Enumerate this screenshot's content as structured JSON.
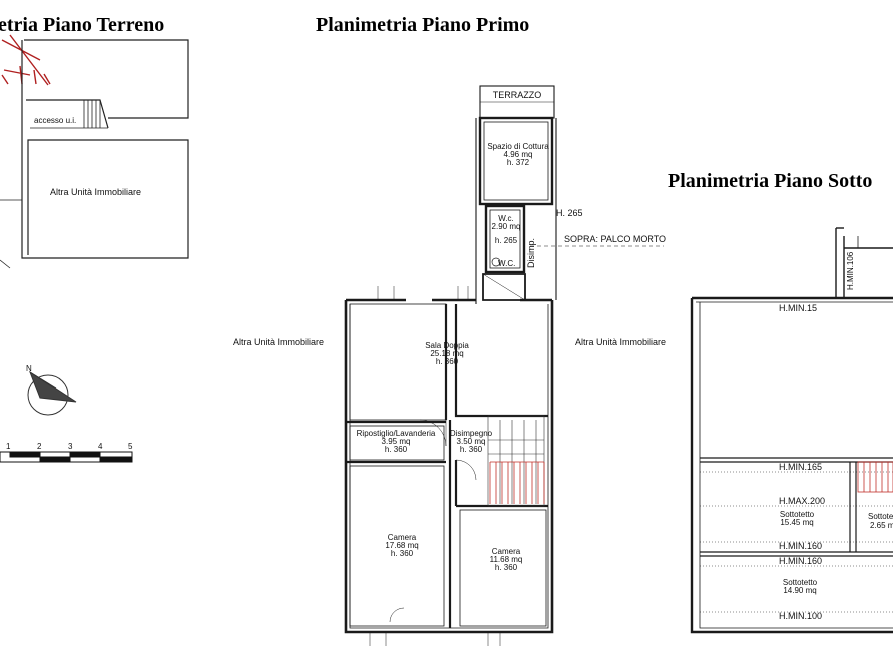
{
  "titles": {
    "ground": "etria Piano Terreno",
    "first": "Planimetria Piano Primo",
    "attic": "Planimetria Piano Sotto"
  },
  "ground_floor": {
    "access_label": "accesso u.i.",
    "other_unit": "Altra Unità Immobiliare"
  },
  "first_floor": {
    "left_neighbor": "Altra Unità Immobiliare",
    "right_neighbor": "Altra Unità Immobiliare",
    "terrace": "TERRAZZO",
    "h265": "H. 265",
    "note_palco": "SOPRA: PALCO MORTO",
    "disimp": "Disimp.",
    "rooms": {
      "kitchen": {
        "name": "Spazio di Cottura",
        "area": "4.96 mq",
        "height": "h. 372"
      },
      "wc": {
        "name": "W.c.",
        "area": "2.90 mq",
        "height": "h. 265",
        "fixture": "W.C."
      },
      "sala": {
        "name": "Sala Doppia",
        "area": "25.18 mq",
        "height": "h. 360"
      },
      "ripostiglio": {
        "name": "Ripostiglio/Lavanderia",
        "area": "3.95 mq",
        "height": "h. 360"
      },
      "disimpegno": {
        "name": "Disimpegno",
        "area": "3.50 mq",
        "height": "h. 360"
      },
      "camera1": {
        "name": "Camera",
        "area": "17.68 mq",
        "height": "h. 360"
      },
      "camera2": {
        "name": "Camera",
        "area": "11.68 mq",
        "height": "h. 360"
      }
    }
  },
  "attic": {
    "h_min_106": "H.MIN.106",
    "h_min_15": "H.MIN.15",
    "h_min_165": "H.MIN.165",
    "h_max_200": "H.MAX.200",
    "h_min_160a": "H.MIN.160",
    "h_min_160b": "H.MIN.160",
    "h_min_100": "H.MIN.100",
    "room1": {
      "name": "Sottotetto",
      "area": "15.45 mq"
    },
    "room2": {
      "name": "Sottotetto",
      "area": "2.65 m"
    },
    "room3": {
      "name": "Sottotetto",
      "area": "14.90 mq"
    }
  },
  "scale_bar": {
    "ticks": [
      "1",
      "2",
      "3",
      "4",
      "5"
    ]
  },
  "compass": {
    "north": "N"
  }
}
